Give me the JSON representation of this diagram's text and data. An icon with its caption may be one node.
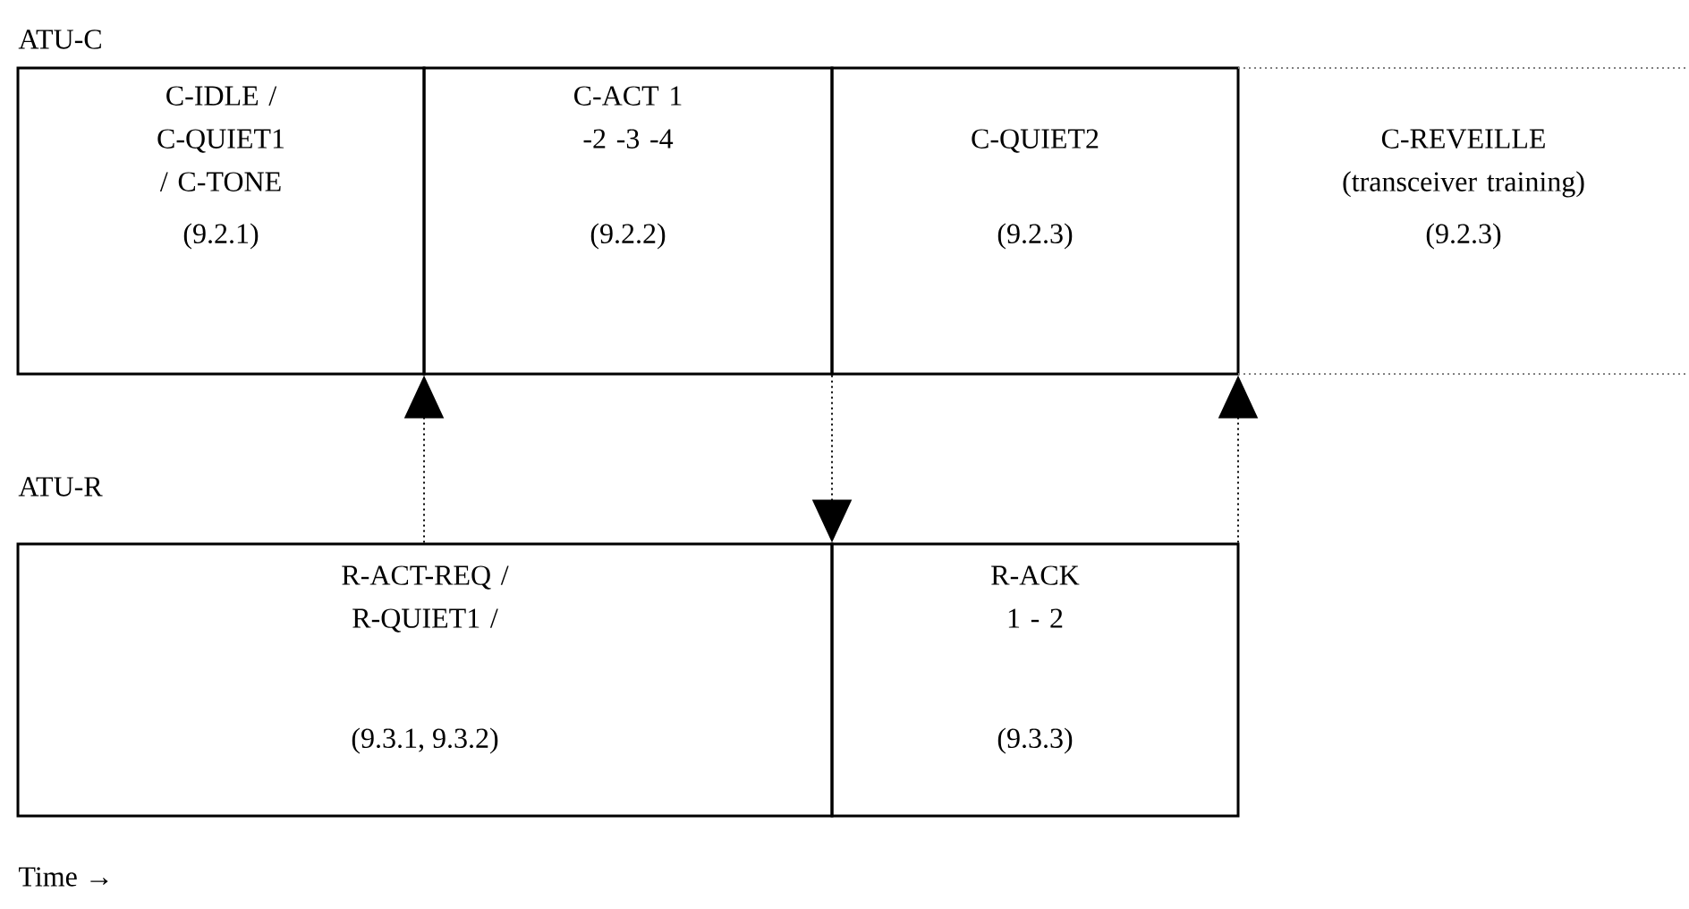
{
  "diagram": {
    "nodes": [
      {
        "text": [
          "C-IDLE / C-QUIET1 / C-TONE",
          "(9.2.1)"
        ]
      },
      {
        "text": [
          "C-ACT 1 -2 -3 -4",
          "(9.2.2)"
        ]
      },
      {
        "text": [
          "C-QUIET2",
          "(9.2.3)"
        ]
      },
      {
        "text": [
          "C-REVEILLE (transceiver training)",
          "(9.2.3)"
        ]
      },
      {
        "text": [
          "R-ACT-REQ / R-QUIET1 /",
          "(9.3.1, 9.3.2)"
        ]
      },
      {
        "text": [
          "R-ACK 1 - 2",
          "(9.3.3)"
        ]
      }
    ],
    "edges": [
      {
        "from": 4,
        "to": 0,
        "arrow": "to"
      },
      {
        "from": 1,
        "to": 4,
        "arrow": "to"
      },
      {
        "from": 5,
        "to": 2,
        "arrow": "to"
      }
    ],
    "labels": [
      "ATU-C",
      "ATU-R",
      "Time →"
    ]
  }
}
